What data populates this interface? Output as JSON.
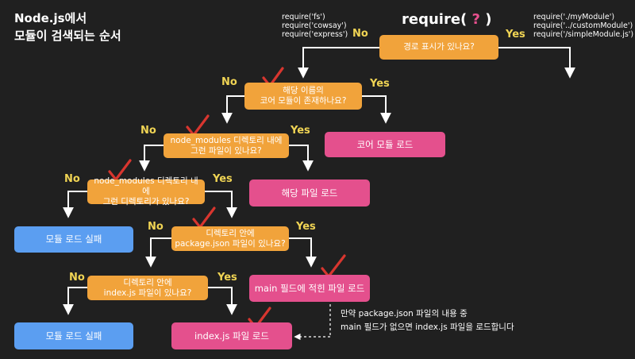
{
  "title": [
    "Node.js에서",
    "모듈이 검색되는 순서"
  ],
  "require_title": {
    "prefix": "require(",
    "mark": "?",
    "suffix": ")"
  },
  "left_examples": [
    "require('fs')",
    "require('cowsay')",
    "require('express')"
  ],
  "right_examples": [
    "require('./myModule')",
    "require('../customModule')",
    "require('/simpleModule.js')"
  ],
  "nodes": {
    "path_check": "경로 표시가 있나요?",
    "core_check": "해당 이름의\n코어 모듈이 존재하나요?",
    "core_load": "코어 모듈 로드",
    "nm_file_check": "node_modules 디렉토리 내에\n그런 파일이 있나요?",
    "file_load": "해당 파일 로드",
    "nm_dir_check": "node_modules 디렉토리 내에\n그런 디렉토리가 있나요?",
    "fail_1": "모듈 로드 실패",
    "pkg_check": "디렉토리 안에\npackage.json 파일이 있나요?",
    "main_load": "main 필드에 적힌 파일 로드",
    "index_check": "디렉토리 안에\nindex.js 파일이 있나요?",
    "fail_2": "모듈 로드 실패",
    "index_load": "index.js 파일 로드"
  },
  "labels": {
    "yes": "Yes",
    "no": "No"
  },
  "note": "만약 package.json 파일의 내용 중\nmain 필드가 없으면 index.js 파일을 로드합니다",
  "colors": {
    "background": "#202020",
    "decision": "#f1a33b",
    "load": "#e4508d",
    "fail": "#5b9ef1",
    "check": "#d8362f",
    "label": "#f0d454"
  }
}
